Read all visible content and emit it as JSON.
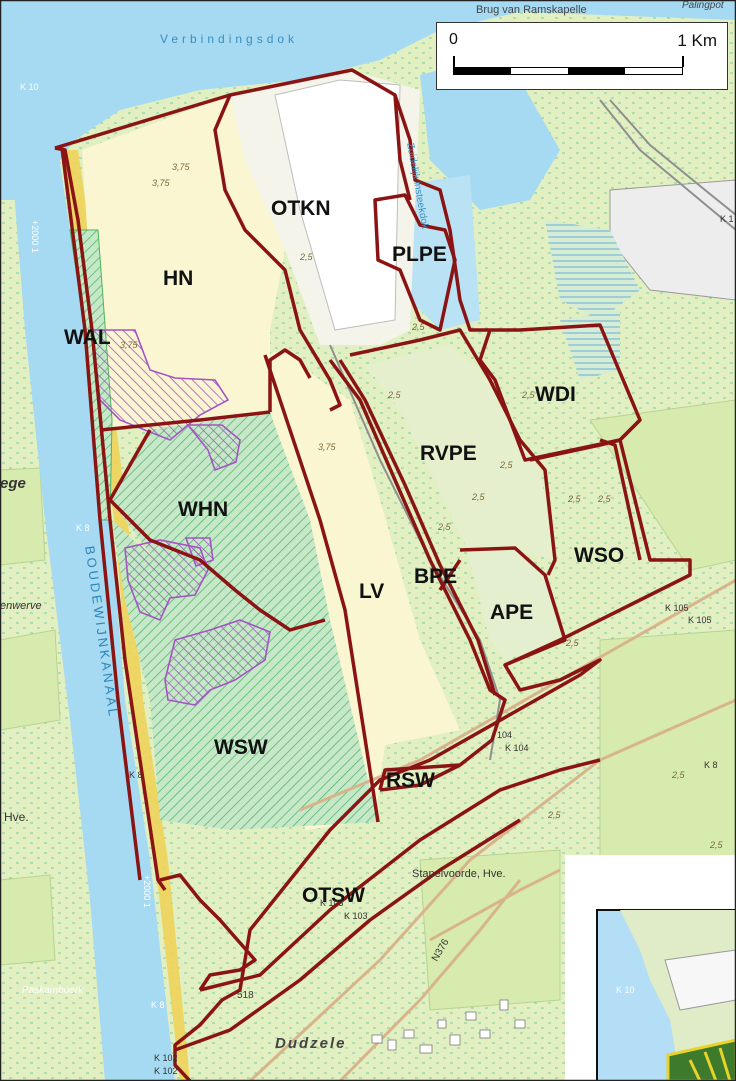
{
  "scalebar": {
    "left": "0",
    "right": "1 Km",
    "fill_color": "#000000"
  },
  "zones": [
    {
      "id": "OTKN",
      "label": "OTKN"
    },
    {
      "id": "PLPE",
      "label": "PLPE"
    },
    {
      "id": "HN",
      "label": "HN"
    },
    {
      "id": "WAL",
      "label": "WAL"
    },
    {
      "id": "WDI",
      "label": "WDI"
    },
    {
      "id": "RVPE",
      "label": "RVPE"
    },
    {
      "id": "WHN",
      "label": "WHN"
    },
    {
      "id": "WSO",
      "label": "WSO"
    },
    {
      "id": "BPE",
      "label": "BPE"
    },
    {
      "id": "LV",
      "label": "LV"
    },
    {
      "id": "APE",
      "label": "APE"
    },
    {
      "id": "WSW",
      "label": "WSW"
    },
    {
      "id": "RSW",
      "label": "RSW"
    },
    {
      "id": "OTSW",
      "label": "OTSW"
    }
  ],
  "place_names": {
    "verbindingsdok": "Verbindingsdok",
    "boudewijnkanaal": "BOUDEWIJNKANAAL",
    "dudzele": "Dudzele",
    "stapelvoorde": "Stapelvoorde, Hve.",
    "zuidelijk": "Zuidelijk insteekdok",
    "brug": "Brug van Ramskapelle",
    "palingpot": "Palingpot",
    "ege": "ege",
    "enwerve": "enwerve",
    "hve": "Hve.",
    "paskamboerk": "Paskamboerk",
    "road_n376": "N376",
    "road_518": "518",
    "k10_left": "K 10",
    "k10_inset": "K 10",
    "k8_left": "K 8",
    "k8_canal": "K 8",
    "k8_bottom": "K 8",
    "k8_right": "K 8",
    "k102_a": "K 102",
    "k102_b": "K 102",
    "k103_a": "K 103",
    "k103_b": "K 103",
    "k104_a": "104",
    "k104_b": "K 104",
    "k105_a": "K 105",
    "k105_b": "K 105",
    "k1_edge": "K 1",
    "contour_375a": "3,75",
    "contour_375b": "3,75",
    "contour_375c": "3,75",
    "contour_375d": "3,75",
    "contour_25a": "2,5",
    "contour_25b": "2,5",
    "contour_25c": "2,5",
    "contour_25d": "2,5",
    "contour_25e": "2,5",
    "contour_25f": "2,5",
    "contour_25g": "2,5",
    "contour_25h": "2,5",
    "contour_25i": "2,5",
    "contour_25j": "2,5",
    "contour_25k": "2,5",
    "contour_25l": "2,5",
    "contour_25m": "2,5",
    "canal_km_a": "+2000 1",
    "canal_km_b": "+2000 1"
  },
  "colors": {
    "water": "#a6d9f2",
    "land": "#e9f3c3",
    "sand": "#fbf6d2",
    "boundary": "#8a1414",
    "hatch_green": "#6fcf86",
    "hatch_purple": "#a454c4",
    "road": "#e2b98e"
  }
}
